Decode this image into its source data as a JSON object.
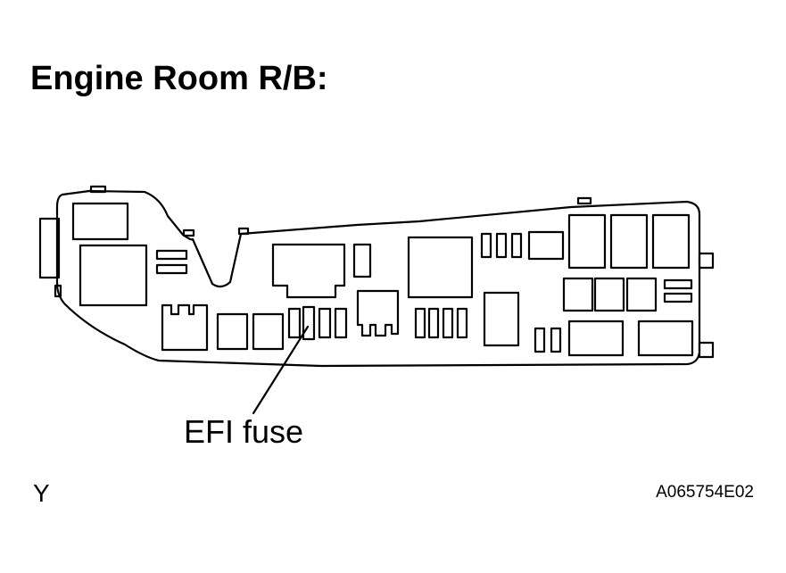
{
  "title": "Engine Room R/B:",
  "callout_label": "EFI fuse",
  "view_letter": "Y",
  "figure_id": "A065754E02",
  "colors": {
    "line": "#000000",
    "background": "#ffffff"
  }
}
